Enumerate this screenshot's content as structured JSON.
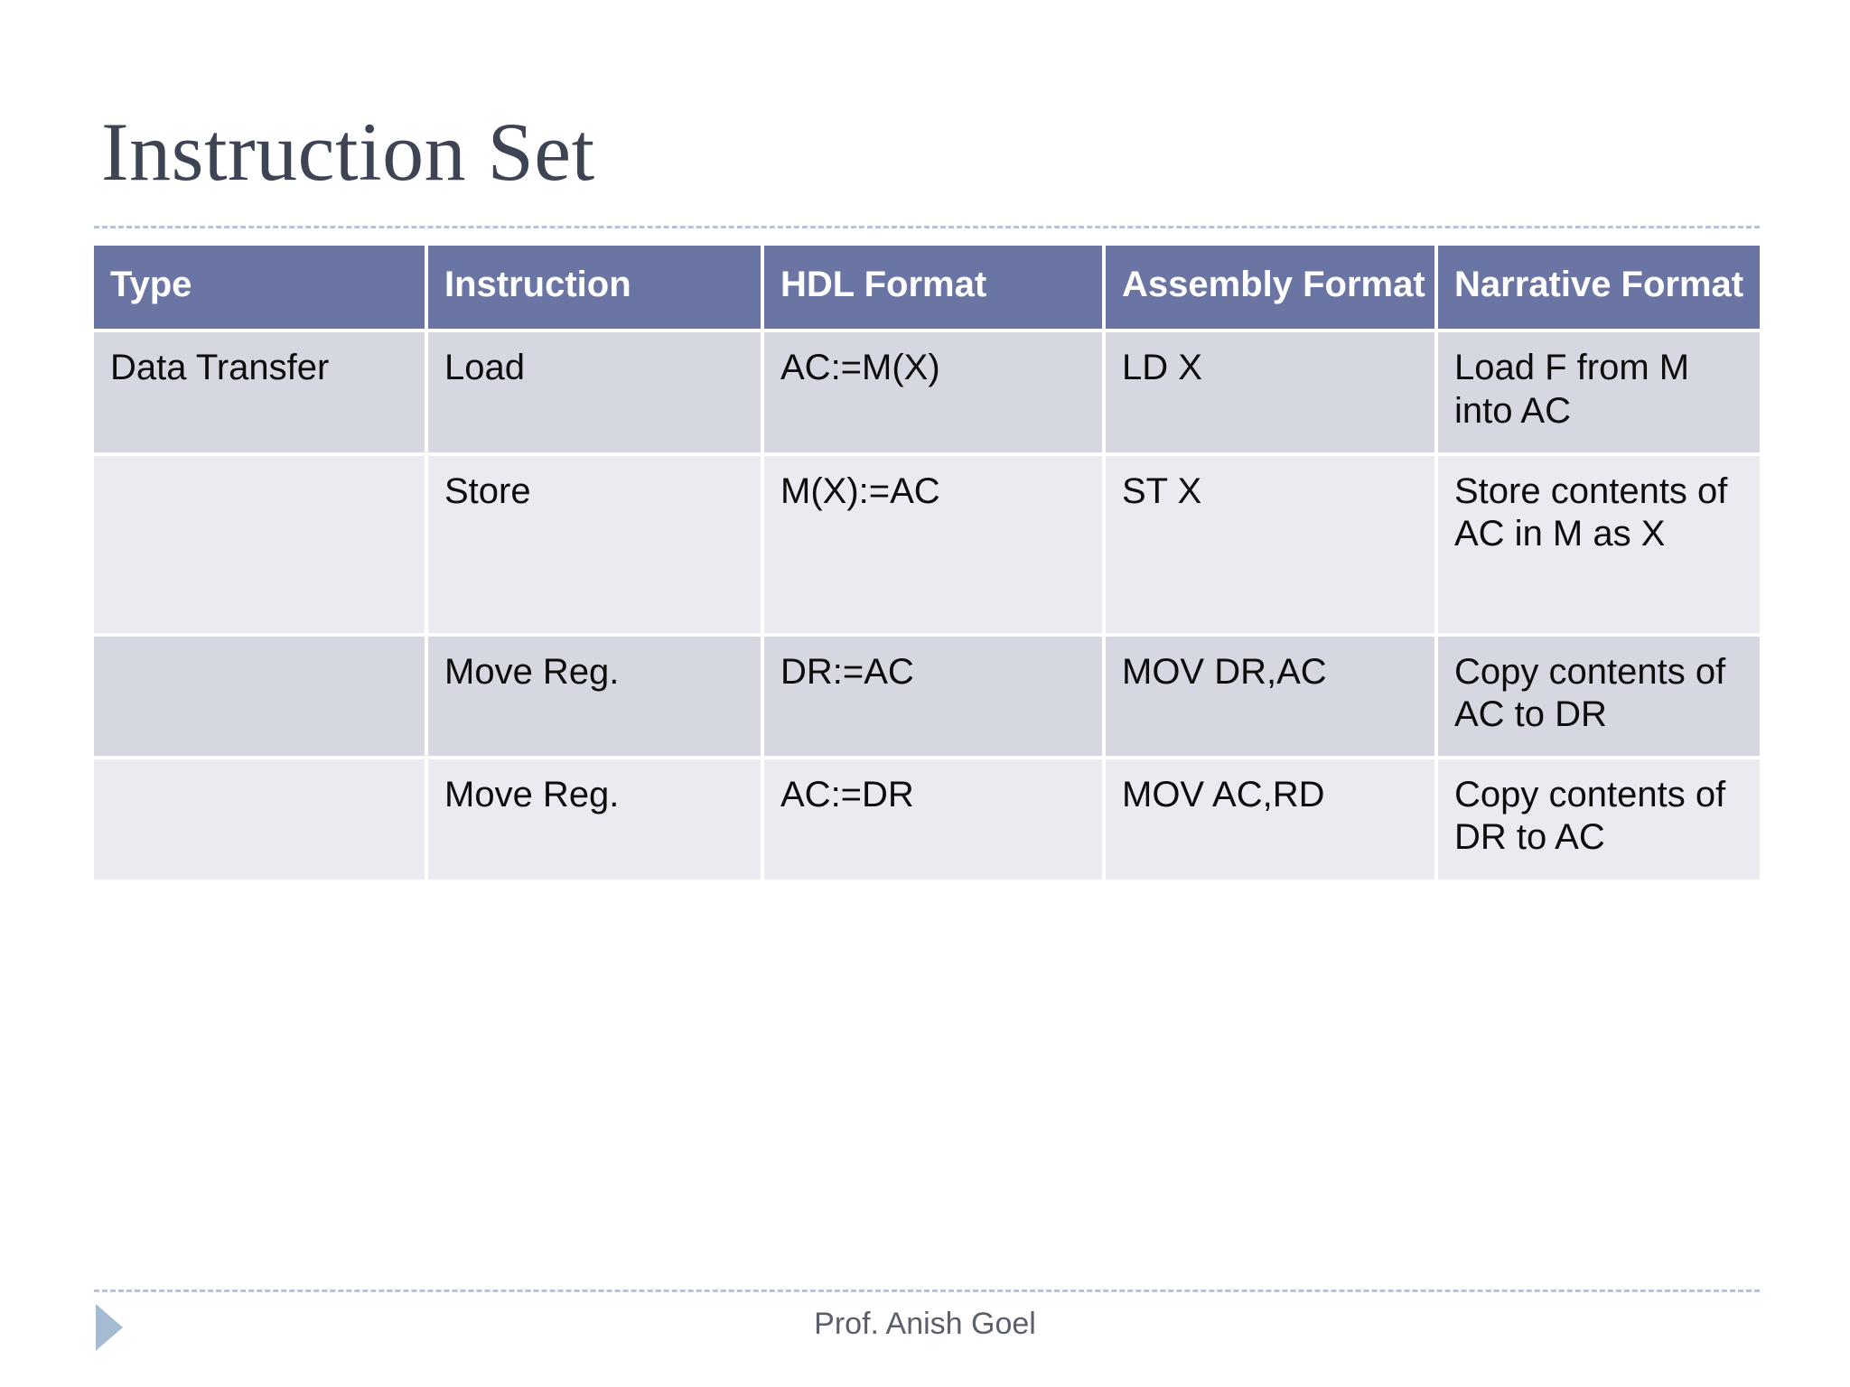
{
  "slide": {
    "title": "Instruction Set",
    "background_color": "#FFFFFF",
    "title_color": "#3F4454",
    "accent_color": "#6B75A4",
    "divider_color": "#B7C3D4"
  },
  "table": {
    "headers": [
      "Type",
      "Instruction",
      "HDL Format",
      "Assembly Format",
      "Narrative Format"
    ],
    "header_background": "#6B75A4",
    "header_text_color": "#FFFFFF",
    "row_band_dark": "#D5D8E0",
    "row_band_light": "#EAEBF0",
    "rows": [
      {
        "type": "Data Transfer",
        "instruction": "Load",
        "hdl": "AC:=M(X)",
        "assembly": "LD X",
        "narrative": "Load F from M into AC"
      },
      {
        "type": "",
        "instruction": "Store",
        "hdl": "M(X):=AC",
        "assembly": "ST X",
        "narrative": "Store contents of AC in M as X"
      },
      {
        "type": "",
        "instruction": "Move Reg.",
        "hdl": "DR:=AC",
        "assembly": "MOV DR,AC",
        "narrative": "Copy contents of AC to DR"
      },
      {
        "type": "",
        "instruction": "Move Reg.",
        "hdl": "AC:=DR",
        "assembly": "MOV AC,RD",
        "narrative": "Copy contents of DR to AC"
      }
    ]
  },
  "footer": {
    "author": "Prof. Anish Goel",
    "triangle_icon": "play-triangle-icon",
    "triangle_color": "#A5BBD2",
    "text_color": "#5A5F6B"
  }
}
